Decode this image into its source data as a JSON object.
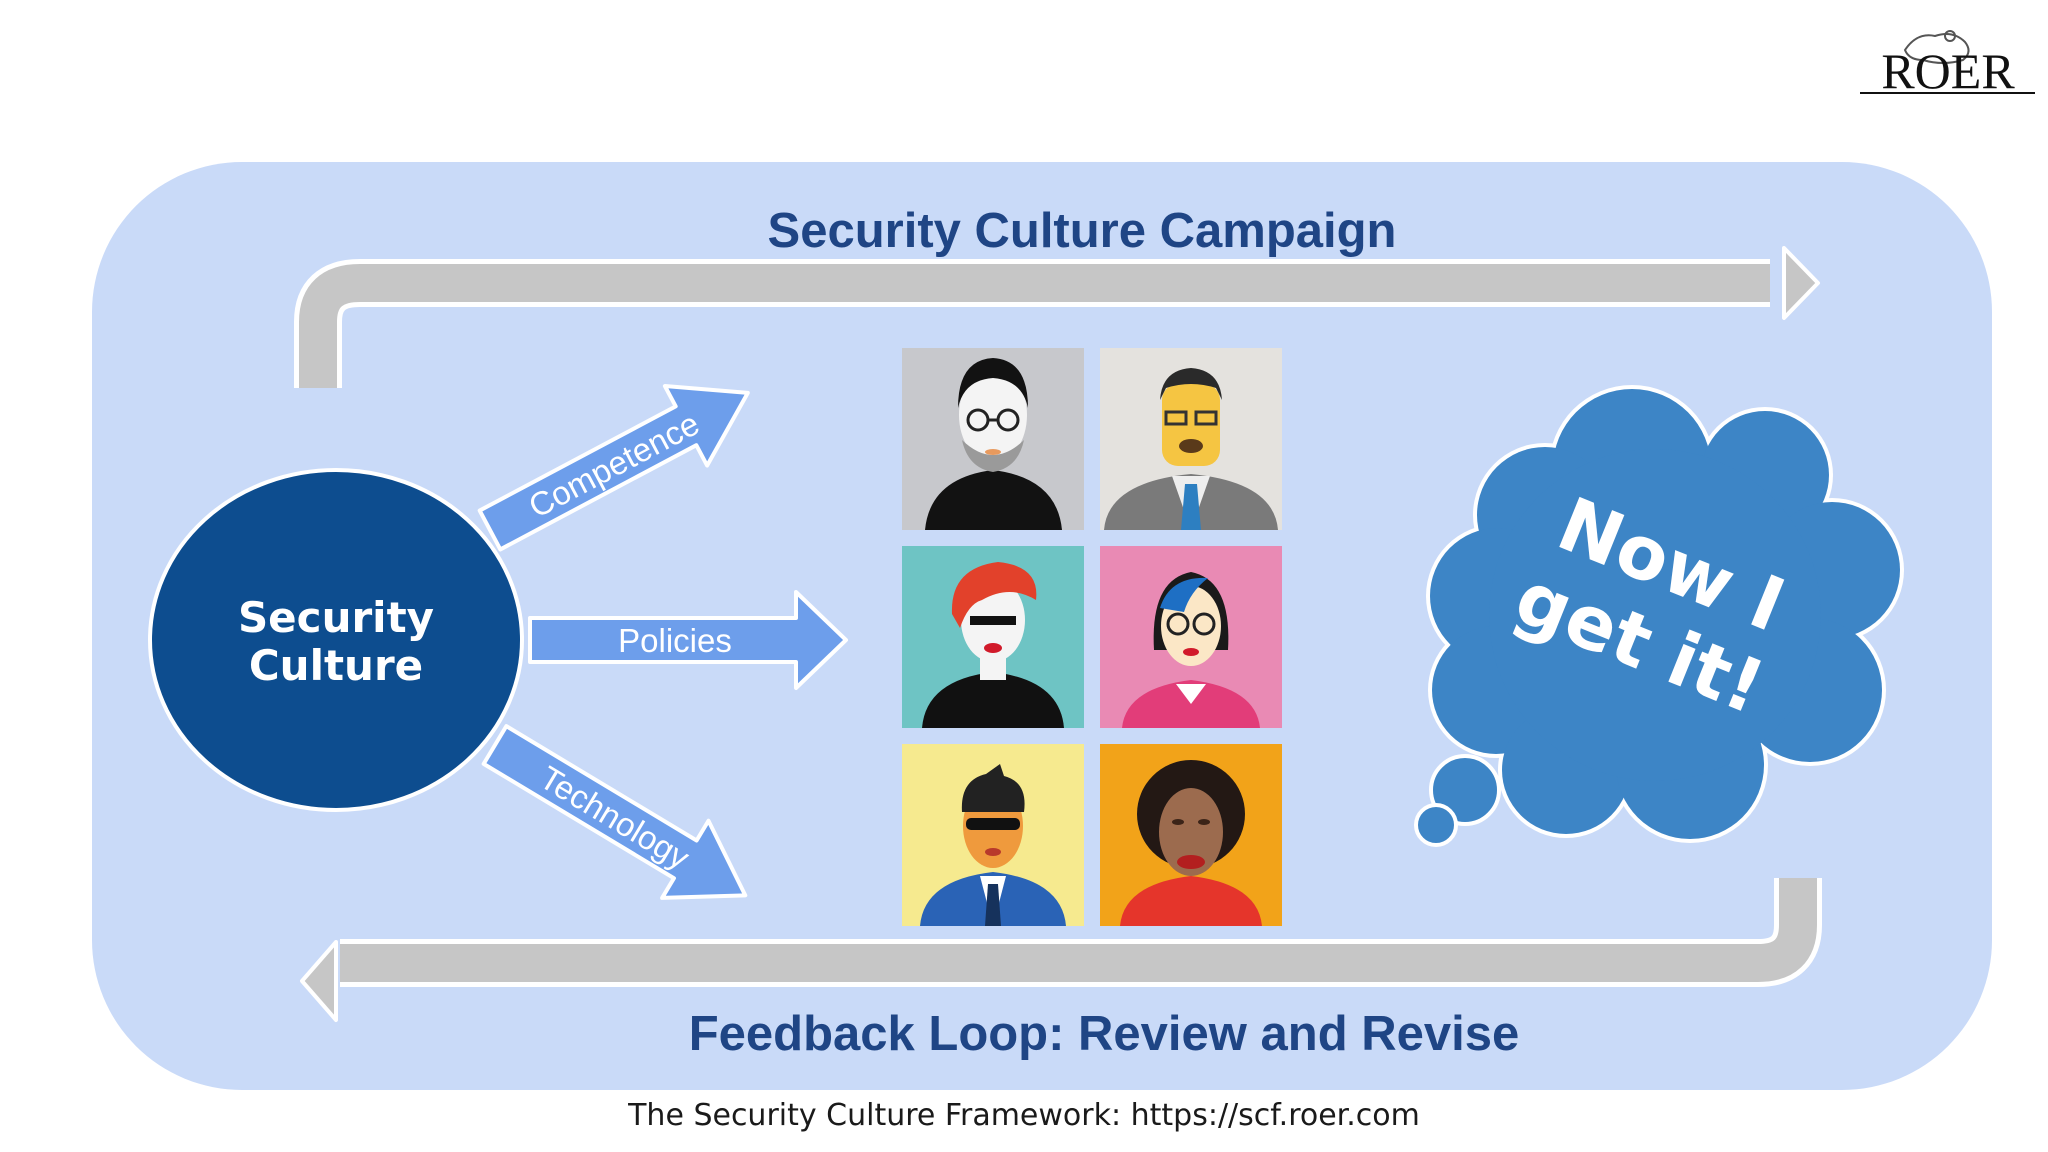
{
  "logo": {
    "text": "ROER"
  },
  "diagram": {
    "campaign_title": "Security Culture Campaign",
    "feedback_title": "Feedback Loop: Review and Revise",
    "center_circle": {
      "line1": "Security",
      "line2": "Culture"
    },
    "arrows": [
      {
        "label": "Competence"
      },
      {
        "label": "Policies"
      },
      {
        "label": "Technology"
      }
    ],
    "thought_bubble": {
      "line1": "Now I",
      "line2": "get it!"
    },
    "portraits": [
      {
        "name": "portrait-bald-man-glasses",
        "bg": "#c7c8cc"
      },
      {
        "name": "portrait-man-suit-tie",
        "bg": "#e4e2de"
      },
      {
        "name": "portrait-red-hair-woman",
        "bg": "#6ec4c4"
      },
      {
        "name": "portrait-woman-glasses-pink",
        "bg": "#e98ab4"
      },
      {
        "name": "portrait-man-sunglasses-yellow",
        "bg": "#f6ea8f"
      },
      {
        "name": "portrait-curly-hair-orange",
        "bg": "#f2a319"
      }
    ]
  },
  "footer": {
    "caption": "The Security Culture Framework: https://scf.roer.com"
  },
  "colors": {
    "panel": "#c9daf8",
    "title": "#1f4585",
    "circle": "#0d4d8f",
    "arrow": "#6d9eeb",
    "cloud": "#3d85c6",
    "loop_arrow": "#c8c8c8"
  }
}
